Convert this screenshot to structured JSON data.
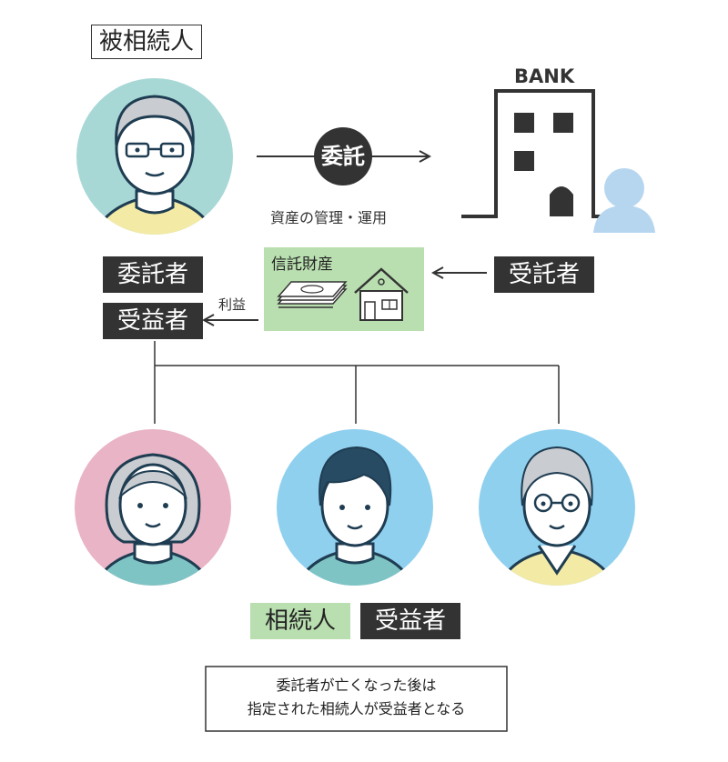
{
  "settlor_title": "被相続人",
  "entrust_badge": "委託",
  "asset_note": "資産の管理・運用",
  "bank_label": "BANK",
  "settlor_role": "委託者",
  "beneficiary_role": "受益者",
  "trustee_role": "受託者",
  "trust_property_label": "信託財産",
  "benefit_label": "利益",
  "heir_role": "相続人",
  "heir_beneficiary_role": "受益者",
  "note_line1": "委託者が亡くなった後は",
  "note_line2": "指定された相続人が受益者となる",
  "colors": {
    "dark": "#333333",
    "green": "#b9dfb0",
    "teal_circle": "#a8d8d6",
    "pink_circle": "#e9b4c5",
    "blue_circle": "#8fd0ef"
  }
}
